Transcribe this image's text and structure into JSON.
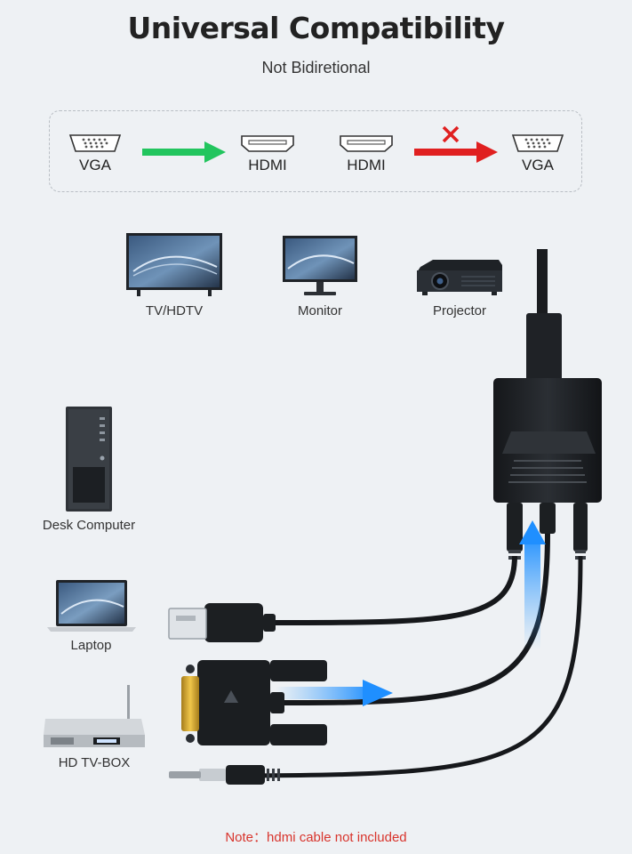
{
  "header": {
    "title": "Universal Compatibility",
    "subtitle": "Not Bidiretional"
  },
  "compatibility": {
    "left_from": "VGA",
    "left_to": "HDMI",
    "right_from": "HDMI",
    "right_to": "VGA",
    "ok_arrow_color": "#22c55e",
    "bad_arrow_color": "#e02020"
  },
  "display_devices": [
    {
      "label": "TV/HDTV",
      "icon": "tv-icon"
    },
    {
      "label": "Monitor",
      "icon": "monitor-icon"
    },
    {
      "label": "Projector",
      "icon": "projector-icon"
    }
  ],
  "source_devices": [
    {
      "label": "Desk Computer",
      "icon": "desktop-tower-icon"
    },
    {
      "label": "Laptop",
      "icon": "laptop-icon"
    },
    {
      "label": "HD TV-BOX",
      "icon": "tv-box-icon"
    }
  ],
  "note": {
    "prefix": "Note：",
    "text": "hdmi cable not included"
  }
}
